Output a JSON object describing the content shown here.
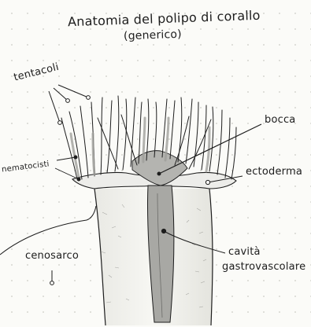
{
  "title": "Anatomia del polipo di corallo",
  "subtitle": "(generico)",
  "labels": {
    "tentacoli": "tentacoli",
    "bocca": "bocca",
    "nematocisti": "nematocisti",
    "ectoderma": "ectoderma",
    "cenosarco": "cenosarco",
    "cavita_line1": "cavità",
    "cavita_line2": "gastrovascolare"
  },
  "colors": {
    "ink": "#1d1d1d",
    "shade": "#9a9a9a",
    "paper": "#fbfbf8"
  }
}
